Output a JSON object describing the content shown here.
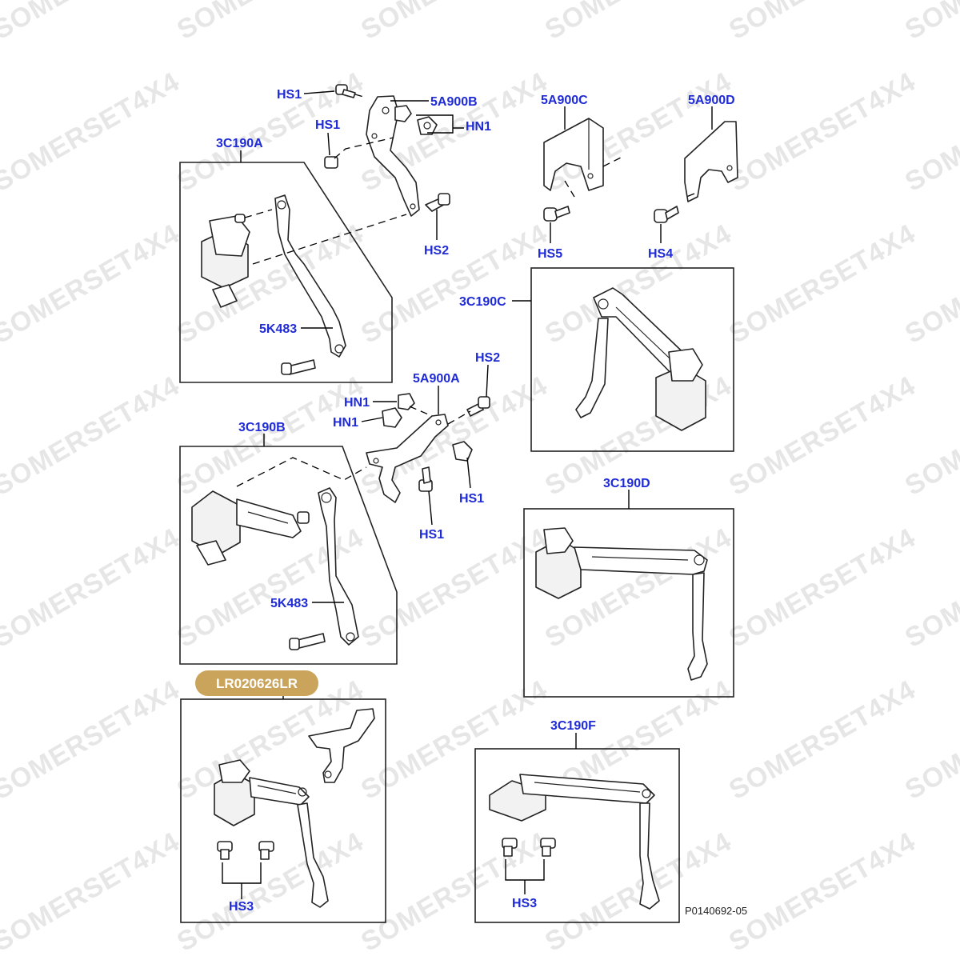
{
  "colors": {
    "label": "#1f2bd6",
    "badge_fill": "#c9a45a",
    "badge_text": "#ffffff",
    "watermark": "#e6e6e6",
    "line": "#222222"
  },
  "watermark_text": "SOMERSET4X4",
  "badge": {
    "text": "LR020626LR"
  },
  "reference_code": "P0140692-05",
  "labels": {
    "hs1_top": "HS1",
    "a5a900b": "5A900B",
    "hs1_mid": "HS1",
    "hn1_top": "HN1",
    "a3c190a": "3C190A",
    "hs2_top": "HS2",
    "a5a900c": "5A900C",
    "a5a900d": "5A900D",
    "hs5": "HS5",
    "hs4": "HS4",
    "a5k483_top": "5K483",
    "a3c190c": "3C190C",
    "hs2_mid": "HS2",
    "a5a900a": "5A900A",
    "hn1_a": "HN1",
    "hn1_b": "HN1",
    "a3c190b": "3C190B",
    "hs1_right": "HS1",
    "hs1_low": "HS1",
    "a3c190d": "3C190D",
    "a5k483_bot": "5K483",
    "a3c190f": "3C190F",
    "hs3_left": "HS3",
    "hs3_right": "HS3"
  }
}
